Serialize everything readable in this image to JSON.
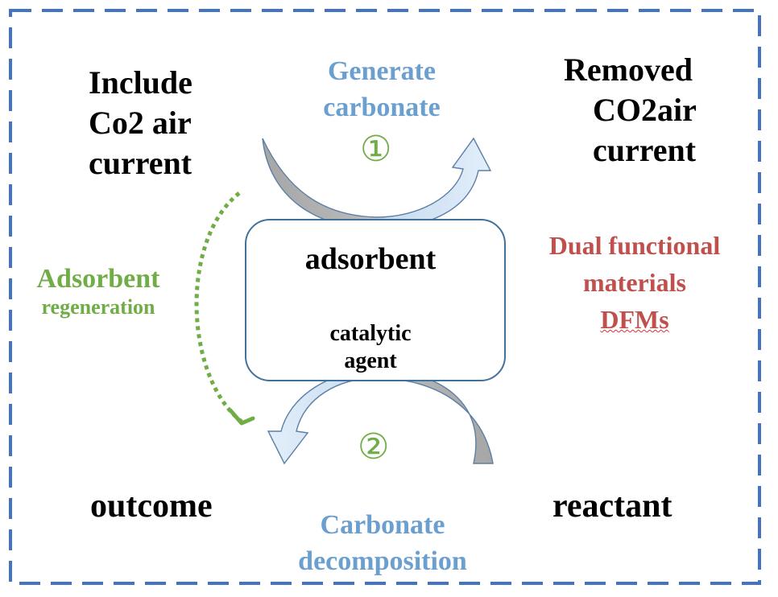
{
  "colors": {
    "frame": "#4472c4",
    "box_stroke": "#41719c",
    "arrow_gray": "#a6a6a6",
    "arrow_blue": "#9dc3e6",
    "green": "#70ad47",
    "blue_text": "#6a9fd0",
    "red_text": "#c0504d"
  },
  "labels": {
    "input_air": [
      "Include",
      "Co2 air",
      "current"
    ],
    "output_air": [
      "Removed",
      "CO2air",
      "current"
    ],
    "generate_carbonate": [
      "Generate",
      "carbonate"
    ],
    "step_1": "①",
    "step_2": "②",
    "adsorbent": "adsorbent",
    "catalytic_agent": [
      "catalytic",
      "agent"
    ],
    "dfm": [
      "Dual functional",
      "materials",
      "DFMs"
    ],
    "adsorbent_regeneration": [
      "Adsorbent",
      "regeneration"
    ],
    "outcome": "outcome",
    "reactant": "reactant",
    "carbonate_decomposition": [
      "Carbonate",
      "decomposition"
    ]
  },
  "icons": {
    "top_arrow": "curved-arrow-gray-to-blue",
    "bottom_arrow": "curved-arrow-gray-to-blue",
    "regeneration_arrow": "dotted-curved-arrow"
  }
}
